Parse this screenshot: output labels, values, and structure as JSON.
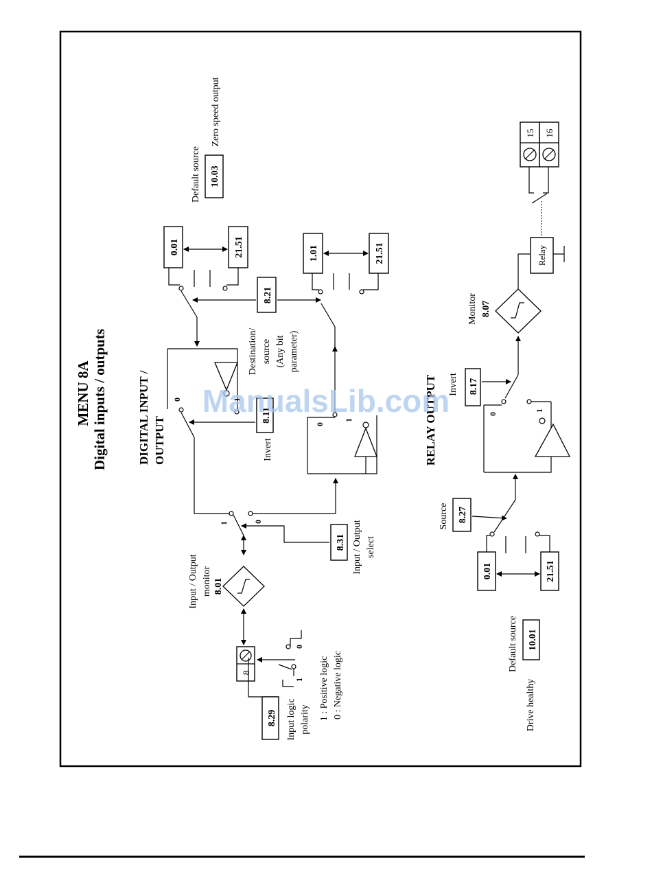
{
  "menu": {
    "title": "MENU 8A",
    "subtitle": "Digital inputs / outputs"
  },
  "dio": {
    "heading_line1": "DIGITAL INPUT /",
    "heading_line2": "OUTPUT",
    "dest_line1": "Destination/",
    "dest_line2": "source",
    "dest_line3": "(Any bit",
    "dest_line4": "parameter)",
    "top_min": "0.01",
    "top_max": "21.51",
    "dest_param": "8.21",
    "bot_min": "1.01",
    "bot_max": "21.51",
    "invert_param": "8.11",
    "invert_label": "Invert",
    "default_source_label": "Default source",
    "default_source_param": "10.03",
    "zero_speed_label": "Zero speed output",
    "io_select_param": "8.31",
    "io_select_line1": "Input / Output",
    "io_select_line2": "select",
    "monitor_line1": "Input / Output",
    "monitor_line2": "monitor",
    "monitor_param": "8.01",
    "terminal_number": "8",
    "polarity_param": "8.29",
    "polarity_line1": "Input logic",
    "polarity_line2": "polarity",
    "polarity_1": "1 : Positive logic",
    "polarity_0": "0 : Negative logic",
    "switch_pos_1": "1",
    "switch_pos_0": "0"
  },
  "relay": {
    "heading": "RELAY OUTPUT",
    "source_label": "Source",
    "source_param": "8.27",
    "min": "0.01",
    "max": "21.51",
    "default_source_label": "Default source",
    "default_source_param": "10.01",
    "drive_healthy_label": "Drive healthy",
    "invert_label": "Invert",
    "invert_param": "8.17",
    "monitor_label": "Monitor",
    "monitor_param": "8.07",
    "relay_label": "Relay",
    "terminal_a": "15",
    "terminal_b": "16",
    "switch_pos_0": "0",
    "switch_pos_1": "1"
  },
  "watermark": "ManualsLib.com"
}
